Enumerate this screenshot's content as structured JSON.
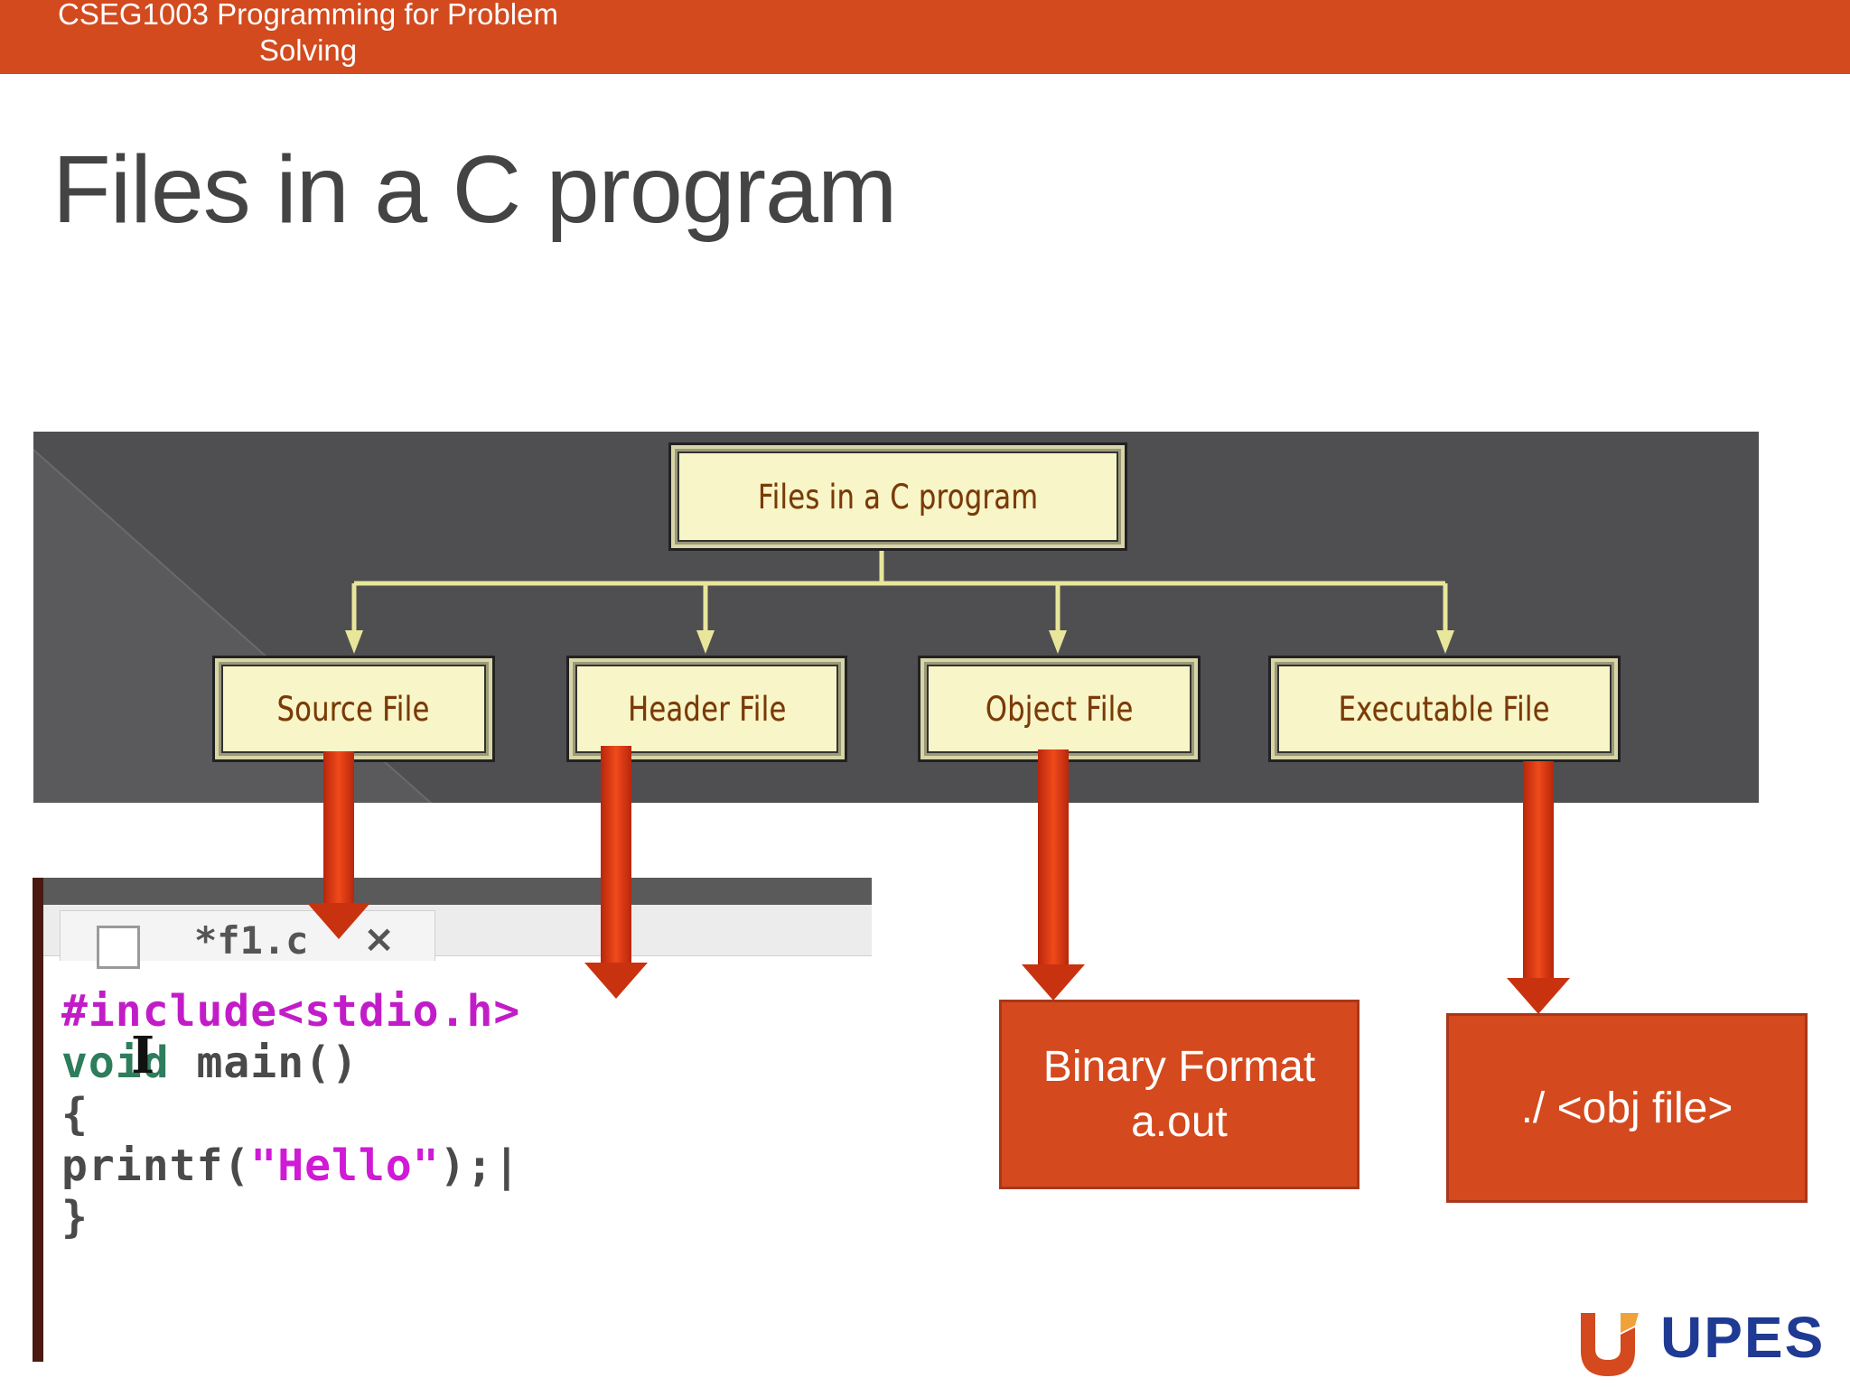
{
  "header": {
    "course_title_line1": "CSEG1003 Programming for Problem",
    "course_title_line2": "Solving",
    "bar_color": "#d24a1e"
  },
  "slide": {
    "title": "Files in a C program"
  },
  "diagram": {
    "root_label": "Files in a C program",
    "children": [
      {
        "label": "Source File"
      },
      {
        "label": "Header File"
      },
      {
        "label": "Object File"
      },
      {
        "label": "Executable File"
      }
    ],
    "box_fill": "#f8f6c8",
    "text_color": "#7a3a08",
    "connector_color": "#e8e69a",
    "panel_color": "#4f4f52"
  },
  "editor": {
    "tab_name": "*f1.c",
    "tab_close": "×",
    "code_lines": [
      {
        "parts": [
          {
            "t": "#include<stdio.h>",
            "cls": "c-pre"
          }
        ]
      },
      {
        "parts": [
          {
            "t": "void",
            "cls": "c-kw"
          },
          {
            "t": " main()",
            "cls": "c-pl"
          }
        ]
      },
      {
        "parts": [
          {
            "t": "{",
            "cls": "c-pl"
          }
        ]
      },
      {
        "parts": [
          {
            "t": "printf(",
            "cls": "c-pl"
          },
          {
            "t": "\"Hello\"",
            "cls": "c-str"
          },
          {
            "t": ");|",
            "cls": "c-pl"
          }
        ]
      },
      {
        "parts": [
          {
            "t": "}",
            "cls": "c-pl"
          }
        ]
      }
    ],
    "cursor_glyph": "I"
  },
  "outputs": {
    "object_line1": "Binary Format",
    "object_line2": "a.out",
    "executable": "./ <obj file>",
    "color": "#d4491d"
  },
  "logo": {
    "text": "UPES",
    "icon": "upes-logo-icon"
  }
}
